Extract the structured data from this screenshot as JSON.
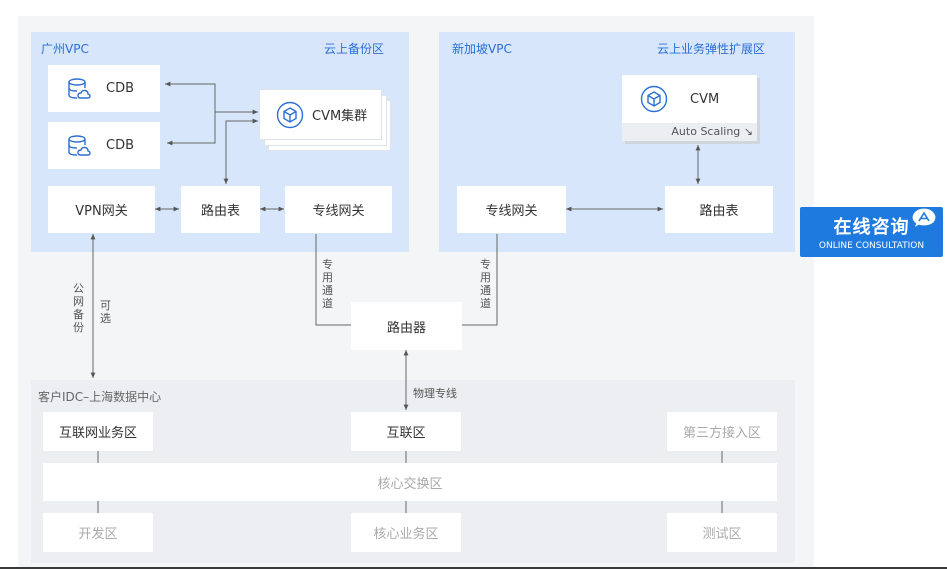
{
  "regions": {
    "guangzhou_vpc": "广州VPC",
    "cloud_backup": "云上备份区",
    "singapore_vpc": "新加坡VPC",
    "cloud_elastic": "云上业务弹性扩展区",
    "idc": "客户IDC–上海数据中心"
  },
  "nodes": {
    "cdb1": "CDB",
    "cdb2": "CDB",
    "cvm_cluster": "CVM集群",
    "vpn_gateway": "VPN网关",
    "route_table_gz": "路由表",
    "dedicated_gateway_gz": "专线网关",
    "cvm": "CVM",
    "auto_scaling": "Auto Scaling",
    "dedicated_gateway_sg": "专线网关",
    "route_table_sg": "路由表",
    "router": "路由器",
    "internet_business": "互联网业务区",
    "interconnect": "互联区",
    "third_party": "第三方接入区",
    "core_switch": "核心交换区",
    "dev": "开发区",
    "core_business": "核心业务区",
    "test": "测试区"
  },
  "edge_labels": {
    "dedicated_channel_left": "专用通道",
    "dedicated_channel_right": "专用通道",
    "public_backup": "公网备份",
    "optional": "可选",
    "physical_line": "物理专线"
  },
  "consult": {
    "title": "在线咨询",
    "subtitle": "ONLINE CONSULTATION"
  },
  "colors": {
    "region_blue": "#d7e6fb",
    "region_gray": "#eceef1",
    "accent": "#2b6fd6",
    "consult": "#1f7ae0"
  }
}
